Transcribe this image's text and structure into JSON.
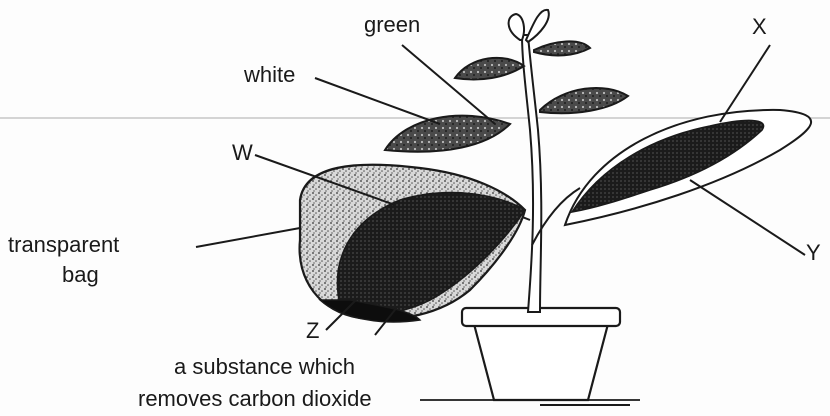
{
  "labels": {
    "green": "green",
    "white": "white",
    "x": "X",
    "w": "W",
    "y": "Y",
    "z": "Z",
    "transparent_bag_line1": "transparent",
    "transparent_bag_line2": "bag",
    "substance_line1": "a substance which",
    "substance_line2": "removes carbon dioxide"
  },
  "colors": {
    "ink": "#1a1a1a",
    "scan_line": "#bdbdbd"
  }
}
